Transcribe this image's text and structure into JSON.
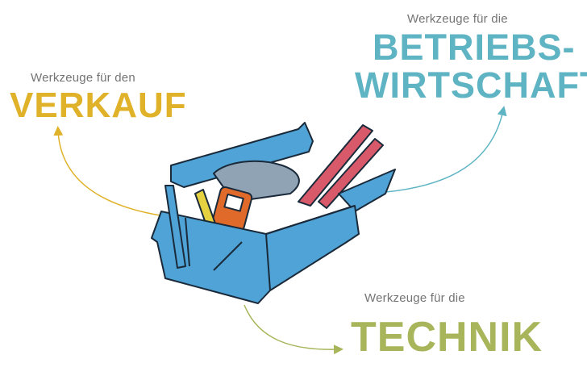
{
  "labels": {
    "verkauf": {
      "sub": "Werkzeuge für den",
      "title": "VERKAUF",
      "color": "#e0b22a"
    },
    "betriebswirtschaft": {
      "sub": "Werkzeuge für die",
      "title_line1": "BETRIEBS-",
      "title_line2": "WIRTSCHAFT",
      "color": "#5fb4c4"
    },
    "technik": {
      "sub": "Werkzeuge für die",
      "title": "TECHNIK",
      "color": "#a8b55a"
    }
  },
  "illustration": {
    "name": "toolbox-icon",
    "box_color": "#4fa3d6"
  }
}
